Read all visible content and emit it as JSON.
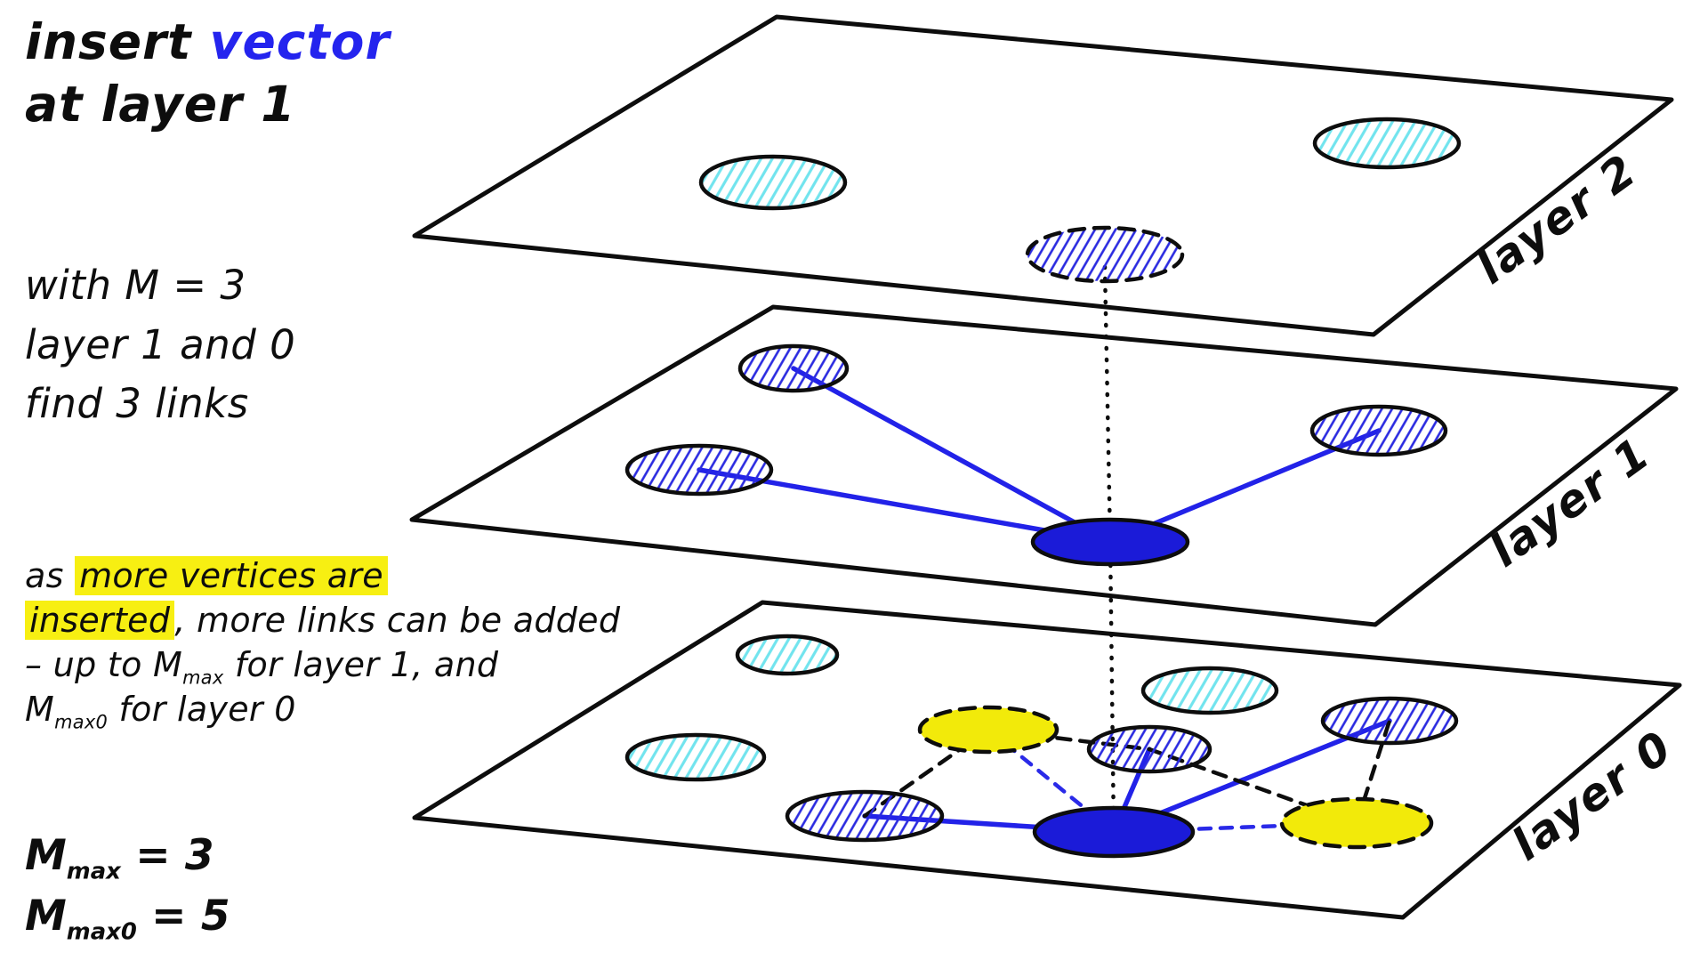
{
  "title": {
    "insert": "insert ",
    "vector": "vector",
    "at": "at ",
    "layer1": "layer 1"
  },
  "params": {
    "line1": "with M = 3",
    "line2": "layer 1 and 0",
    "line3": "find 3 links"
  },
  "notes": {
    "l1_pre": "as ",
    "l1_hl": "more vertices are",
    "l2_hl": "inserted",
    "l2_post": ", more links can be added",
    "l3_pre": "– up to M",
    "l3_sub": "max",
    "l3_post": " for layer 1, and",
    "l4_m": "M",
    "l4_sub": "max0",
    "l4_post": " for layer 0"
  },
  "consts": {
    "m1_base": "M",
    "m1_sub": "max",
    "m1_eq": " = 3",
    "m2_base": "M",
    "m2_sub": "max0",
    "m2_eq": " = 5"
  },
  "layers": [
    {
      "label": "layer 2"
    },
    {
      "label": "layer 1"
    },
    {
      "label": "layer 0"
    }
  ],
  "colors": {
    "accent_blue": "#2222e8",
    "inserted_node_blue": "#1b1bd8",
    "candidate_yellow": "#f2ea0a",
    "hatch_cyan": "#72e4ee",
    "hatch_blue": "#2a2ae0",
    "highlight_yellow": "#f7ef12",
    "ink_black": "#0d0d0d"
  }
}
